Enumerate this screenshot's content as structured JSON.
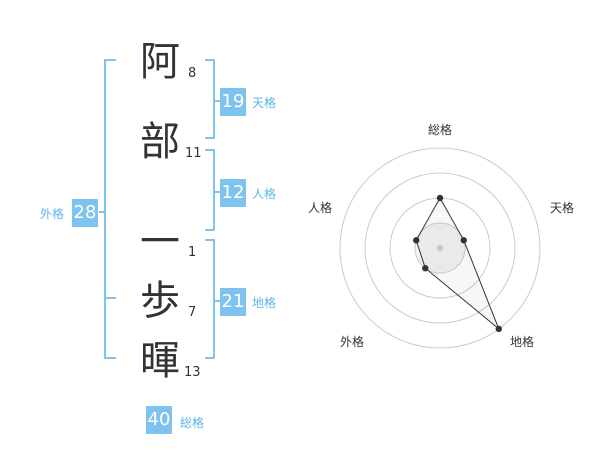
{
  "name": {
    "chars": [
      {
        "char": "阿",
        "strokes": "8"
      },
      {
        "char": "部",
        "strokes": "11"
      },
      {
        "char": "一",
        "strokes": "1"
      },
      {
        "char": "歩",
        "strokes": "7"
      },
      {
        "char": "暉",
        "strokes": "13"
      }
    ]
  },
  "fortune": {
    "tenkaku": {
      "value": "19",
      "label": "天格"
    },
    "jinkaku": {
      "value": "12",
      "label": "人格"
    },
    "chikaku": {
      "value": "21",
      "label": "地格"
    },
    "gaikaku": {
      "value": "28",
      "label": "外格"
    },
    "soukaku": {
      "value": "40",
      "label": "総格"
    }
  },
  "radar": {
    "labels": [
      "総格",
      "天格",
      "地格",
      "外格",
      "人格"
    ],
    "levels": 4,
    "max": 4,
    "values": [
      2,
      1,
      4,
      1,
      1
    ]
  },
  "colors": {
    "accent": "#7ec3ee",
    "accent_text": "#5eb6e9",
    "text": "#333333",
    "grid": "#cccccc"
  }
}
